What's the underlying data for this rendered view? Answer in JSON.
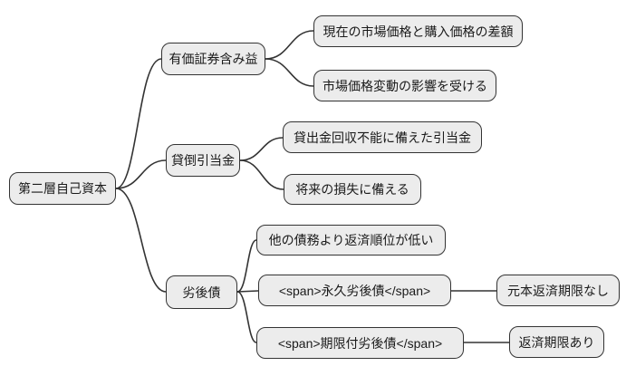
{
  "mindmap": {
    "type": "mindmap-diagram",
    "colors": {
      "background": "#ffffff",
      "node_fill": "#ececec",
      "node_border": "#333333",
      "edge": "#333333",
      "text": "#1a1a1a"
    },
    "root": {
      "label": "第二層自己資本"
    },
    "branches": [
      {
        "label": "有価証券含み益",
        "children": [
          {
            "label": "現在の市場価格と購入価格の差額"
          },
          {
            "label": "市場価格変動の影響を受ける"
          }
        ]
      },
      {
        "label": "貸倒引当金",
        "children": [
          {
            "label": "貸出金回収不能に備えた引当金"
          },
          {
            "label": "将来の損失に備える"
          }
        ]
      },
      {
        "label": "劣後債",
        "children": [
          {
            "label": "他の債務より返済順位が低い"
          },
          {
            "label": "<span>永久劣後債</span>",
            "children": [
              {
                "label": "元本返済期限なし"
              }
            ]
          },
          {
            "label": "<span>期限付劣後債</span>",
            "children": [
              {
                "label": "返済期限あり"
              }
            ]
          }
        ]
      }
    ]
  }
}
